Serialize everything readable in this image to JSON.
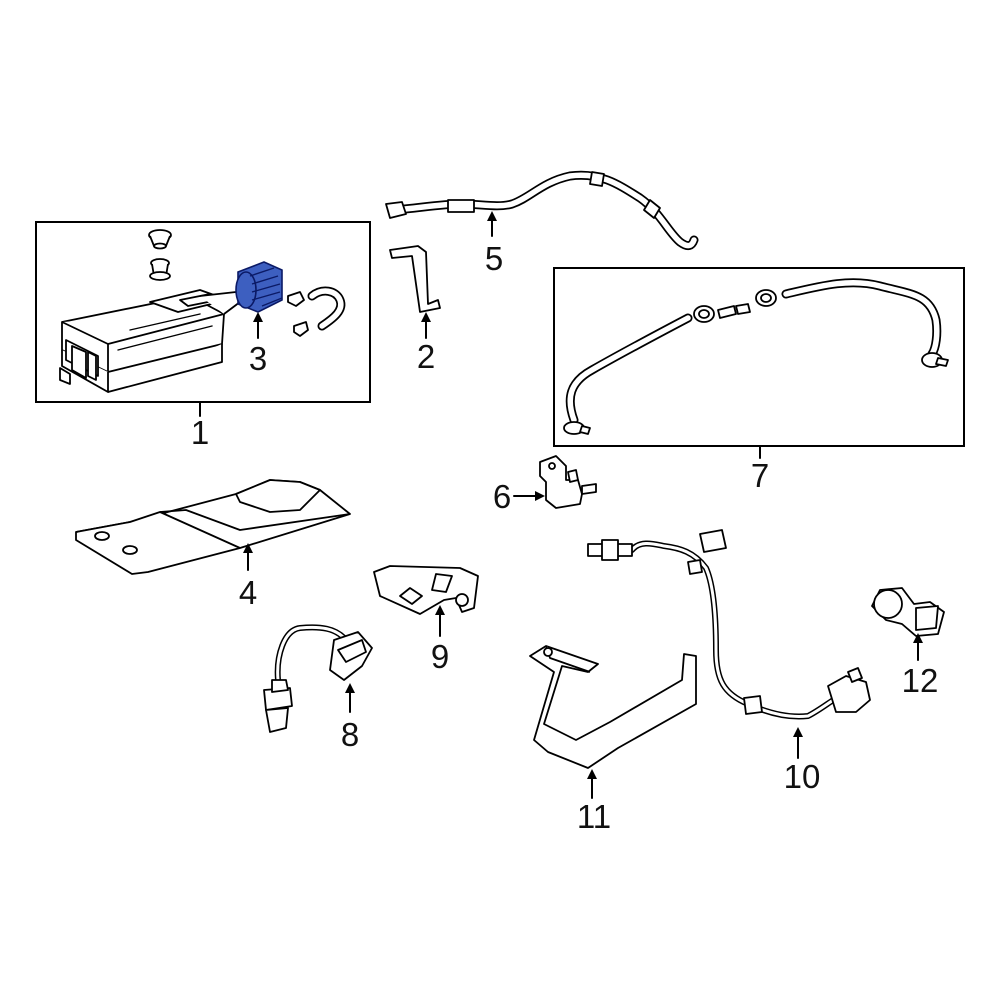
{
  "callouts": {
    "c1": "1",
    "c2": "2",
    "c3": "3",
    "c4": "4",
    "c5": "5",
    "c6": "6",
    "c7": "7",
    "c8": "8",
    "c9": "9",
    "c10": "10",
    "c11": "11",
    "c12": "12"
  },
  "colors": {
    "highlight_fill": "#3d5fc0",
    "highlight_stroke": "#0b1a66",
    "line": "#000000",
    "background": "#ffffff"
  }
}
